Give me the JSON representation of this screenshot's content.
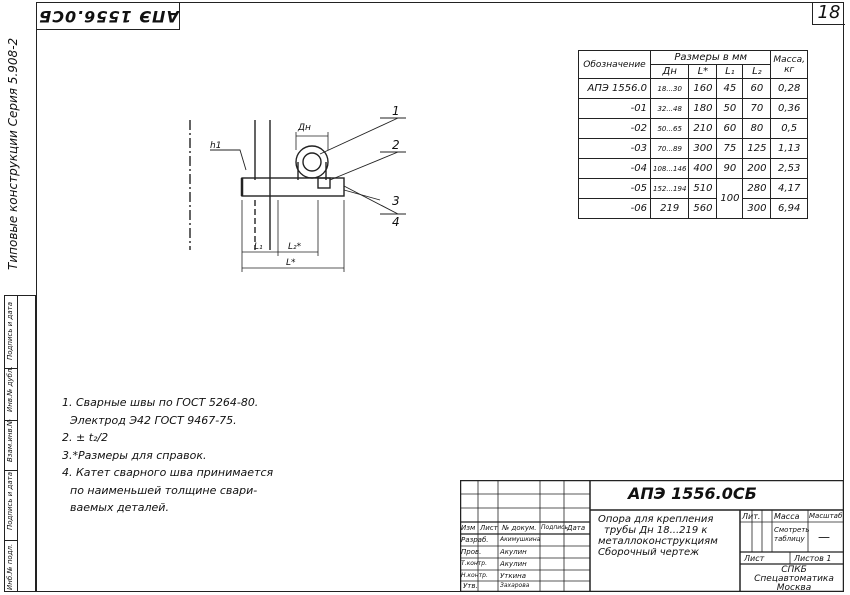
{
  "stamp_top": "АПЭ 1556.0СБ",
  "sheet_number": "18",
  "series_label": "Типовые конструкции   Серия 5.908-2",
  "left_columns": [
    "Инб.№ подл.",
    "Подпись и дата",
    "Взам.инв.№",
    "Инв.№ дубл.",
    "Подпись и дата"
  ],
  "drawing": {
    "callouts": [
      "1",
      "2",
      "3",
      "4"
    ],
    "dn_label": "Дн",
    "weld_label": "h1",
    "dim_l1": "L₁",
    "dim_l2": "L₂*",
    "dim_l": "L*"
  },
  "spec_table": {
    "header": {
      "designation": "Обозначение",
      "sizes": "Размеры в мм",
      "mass": "Масса, кг",
      "dn": "Дн",
      "l": "L*",
      "l1": "L₁",
      "l2": "L₂"
    },
    "rows": [
      {
        "designation": "АПЭ 1556.0",
        "dn": "18...30",
        "l": "160",
        "l1": "45",
        "l2": "60",
        "mass": "0,28"
      },
      {
        "designation": "-01",
        "dn": "32...48",
        "l": "180",
        "l1": "50",
        "l2": "70",
        "mass": "0,36"
      },
      {
        "designation": "-02",
        "dn": "50...65",
        "l": "210",
        "l1": "60",
        "l2": "80",
        "mass": "0,5"
      },
      {
        "designation": "-03",
        "dn": "70...89",
        "l": "300",
        "l1": "75",
        "l2": "125",
        "mass": "1,13"
      },
      {
        "designation": "-04",
        "dn": "108...146",
        "l": "400",
        "l1": "90",
        "l2": "200",
        "mass": "2,53"
      },
      {
        "designation": "-05",
        "dn": "152...194",
        "l": "510",
        "l1": "100",
        "l2": "280",
        "mass": "4,17"
      },
      {
        "designation": "-06",
        "dn": "219",
        "l": "560",
        "l1": "",
        "l2": "300",
        "mass": "6,94"
      }
    ]
  },
  "notes": [
    "1. Сварные швы по ГОСТ 5264-80.",
    "   Электрод Э42 ГОСТ 9467-75.",
    "2. ± t₂/2",
    "3.*Размеры для справок.",
    "4. Катет сварного шва принимается",
    "   по наименьшей толщине свари-",
    "   ваемых деталей."
  ],
  "title_block": {
    "code": "АПЭ 1556.0СБ",
    "title_lines": [
      "Опора для крепления",
      "трубы Дн 18...219 к",
      "металлоконструкциям",
      "Сборочный чертеж"
    ],
    "col_headers": [
      "Изм",
      "Лист",
      "№ докум.",
      "Подпись",
      "Дата"
    ],
    "roles": [
      "Разраб.",
      "Пров.",
      "Т.контр.",
      "",
      "Н.контр.",
      "Утв."
    ],
    "names": [
      "Акимушкина",
      "Акулин",
      "Акулин",
      "",
      "Уткина",
      "Захарова"
    ],
    "lit": "Лит.",
    "massa": "Масса",
    "masshtab": "Масштаб",
    "scale_value": "Смотреть таблицу",
    "sheet_label": "Лист",
    "sheets_label": "Листов 1",
    "org": [
      "СПКБ",
      "Спецавтоматика",
      "Москва"
    ]
  }
}
